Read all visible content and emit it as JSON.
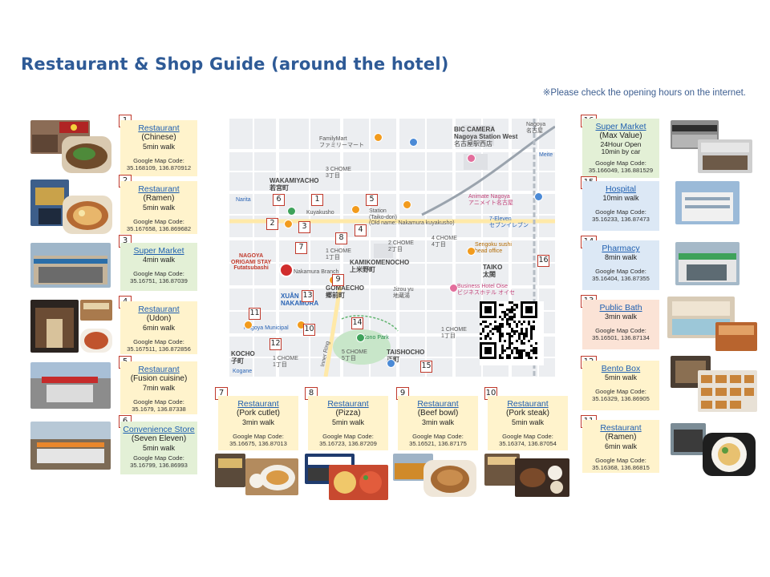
{
  "title": "Restaurant & Shop Guide (around the hotel)",
  "note": "※Please check the opening hours on the internet.",
  "google_label": "Google Map Code:",
  "places": [
    {
      "num": "1",
      "name": "Restaurant",
      "sub": "(Chinese)",
      "walk": "5min walk",
      "coord": "35.168109, 136.870912",
      "color": "yellow"
    },
    {
      "num": "2",
      "name": "Restaurant",
      "sub": "(Ramen)",
      "walk": "5min walk",
      "coord": "35.167658, 136.869682",
      "color": "yellow"
    },
    {
      "num": "3",
      "name": "Super Market",
      "sub": "",
      "walk": "4min walk",
      "coord": "35.16751, 136.87039",
      "color": "green"
    },
    {
      "num": "4",
      "name": "Restaurant",
      "sub": "(Udon)",
      "walk": "6min walk",
      "coord": "35.167511, 136.872856",
      "color": "yellow"
    },
    {
      "num": "5",
      "name": "Restaurant",
      "sub": "(Fusion cuisine)",
      "walk": "7min walk",
      "coord": "35.1679, 136.87338",
      "color": "yellow"
    },
    {
      "num": "6",
      "name": "Convenience Store",
      "sub": "(Seven Eleven)",
      "walk": "5min walk",
      "coord": "35.16799, 136.86993",
      "color": "green"
    },
    {
      "num": "7",
      "name": "Restaurant",
      "sub": "(Pork cutlet)",
      "walk": "3min walk",
      "coord": "35.16675, 136.87013",
      "color": "yellow"
    },
    {
      "num": "8",
      "name": "Restaurant",
      "sub": "(Pizza)",
      "walk": "5min walk",
      "coord": "35.16723, 136.87209",
      "color": "yellow"
    },
    {
      "num": "9",
      "name": "Restaurant",
      "sub": "(Beef bowl)",
      "walk": "3min walk",
      "coord": "35.16521, 136.87175",
      "color": "yellow"
    },
    {
      "num": "10",
      "name": "Restaurant",
      "sub": "(Pork steak)",
      "walk": "5min walk",
      "coord": "35.16374, 136.87054",
      "color": "yellow"
    },
    {
      "num": "11",
      "name": "Restaurant",
      "sub": "(Ramen)",
      "walk": "6min walk",
      "coord": "35.16368, 136.86815",
      "color": "yellow"
    },
    {
      "num": "12",
      "name": "Bento Box",
      "sub": "",
      "walk": "5min walk",
      "coord": "35.16329, 136.86905",
      "color": "yellow"
    },
    {
      "num": "13",
      "name": "Public Bath",
      "sub": "",
      "walk": "3min walk",
      "coord": "35.16501, 136.87134",
      "color": "pink"
    },
    {
      "num": "14",
      "name": "Pharmacy",
      "sub": "",
      "walk": "8min walk",
      "coord": "35.16404, 136.87355",
      "color": "blue"
    },
    {
      "num": "15",
      "name": "Hospital",
      "sub": "",
      "walk": "10min walk",
      "coord": "35.16233, 136.87473",
      "color": "blue"
    },
    {
      "num": "16",
      "name": "Super Market",
      "sub": "(Max Value)",
      "walk": "24Hour Open\n10min by car",
      "coord": "35.166049, 136.881529",
      "color": "green"
    }
  ],
  "map": {
    "labels": {
      "wakamiyacho": "WAKAMIYACHO",
      "wakamiyacho_jp": "若宮町",
      "familymart": "FamilyMart",
      "familymart_jp": "ファミリーマート",
      "bic": "BIC CAMERA",
      "bic_station": "Nagoya Station West",
      "bic_jp": "名古屋駅西店",
      "nagoya": "Nagoya",
      "nagoya_jp": "名古屋",
      "meitetsu": "Meite",
      "narita": "Narita",
      "kuyakusho": "Kuyakusho",
      "station": "Station",
      "station_note": "(Taiko-dori)",
      "oldname": "(Old name: Nakamura kuyakusho)",
      "animate": "Animate Nagoya",
      "animate_jp": "アニメイト名古屋",
      "seven": "7-Eleven",
      "seven_jp": "セブンイレブン",
      "chome3": "3 CHOME",
      "chome3_jp": "3丁目",
      "chome2": "2 CHOME",
      "chome2_jp": "2丁目",
      "chome4": "4 CHOME",
      "chome4_jp": "4丁目",
      "chome1a": "1 CHOME",
      "chome1a_jp": "1丁目",
      "kamikomenocho": "KAMIKOMENOCHO",
      "kamikomenocho_jp": "上米野町",
      "sengoku": "Sengoku sushi",
      "sengoku2": "head office",
      "taiko": "TAIKO",
      "taiko_jp": "太閤",
      "hotel_name": "NAGOYA",
      "hotel_name2": "ORIGAMI STAY",
      "hotel_name3": "Futatsubashi",
      "gomaecho": "GOMAECHO",
      "gomaecho_jp": "郷前町",
      "jizouyu": "Jizou yu",
      "jizouyu_jp": "地蔵湯",
      "business_hotel": "Business Hotel Oise",
      "business_hotel_jp": "ビジネスホテル オイセ",
      "xuan": "XUÂN",
      "nakamura": "NAKAMURA",
      "municipal": "Nagoya Municipal",
      "hoo": "Kono",
      "park": "Park",
      "kocho": "KOCHO",
      "kocho_jp": "子町",
      "chome1b": "1 CHOME",
      "chome1b_jp": "1丁目",
      "chome5": "5 CHOME",
      "chome5_jp": "5丁目",
      "taishocho": "TAISHOCHO",
      "taishocho_jp": "正町",
      "chome1c": "1 CHOME",
      "chome1c_jp": "1丁目",
      "kogane": "Kogane",
      "inner_ring": "Inner Ring",
      "nakamura_branch": "Nakamura Branch"
    }
  }
}
